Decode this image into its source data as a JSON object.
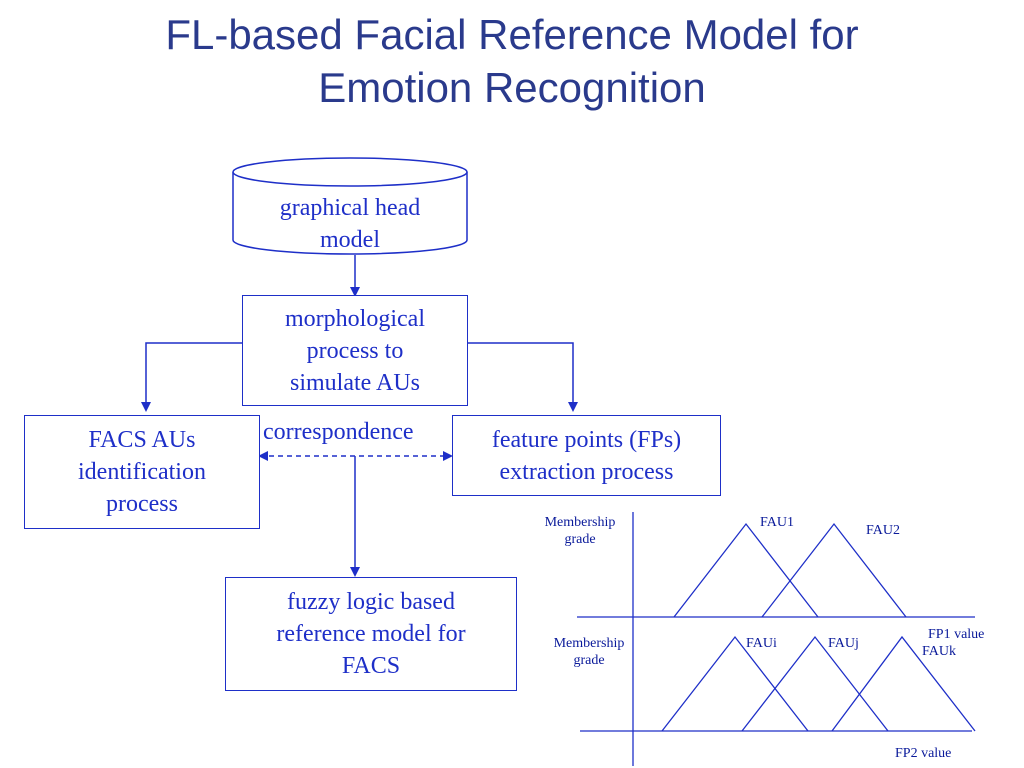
{
  "title": {
    "line1": "FL-based Facial Reference Model for",
    "line2": "Emotion Recognition"
  },
  "nodes": {
    "head_model": {
      "line1": "graphical head",
      "line2": "model"
    },
    "morphological": {
      "line1": "morphological",
      "line2": "process to",
      "line3": "simulate AUs"
    },
    "facs": {
      "line1": "FACS AUs",
      "line2": "identification",
      "line3": "process"
    },
    "fp_extraction": {
      "line1": "feature points (FPs)",
      "line2": "extraction process"
    },
    "fuzzy_model": {
      "line1": "fuzzy logic based",
      "line2": "reference model for",
      "line3": "FACS"
    }
  },
  "edge_labels": {
    "correspondence": "correspondence"
  },
  "membership_plots": {
    "top": {
      "ylabel_line1": "Membership",
      "ylabel_line2": "grade",
      "xlabel": "FP1 value",
      "sets": [
        "FAU1",
        "FAU2"
      ]
    },
    "bottom": {
      "ylabel_line1": "Membership",
      "ylabel_line2": "grade",
      "xlabel": "FP2 value",
      "sets": [
        "FAUi",
        "FAUj",
        "FAUk"
      ]
    }
  },
  "colors": {
    "title": "#2a3a8c",
    "diagram": "#1e2fc8",
    "plot_text": "#0a1a9a"
  }
}
